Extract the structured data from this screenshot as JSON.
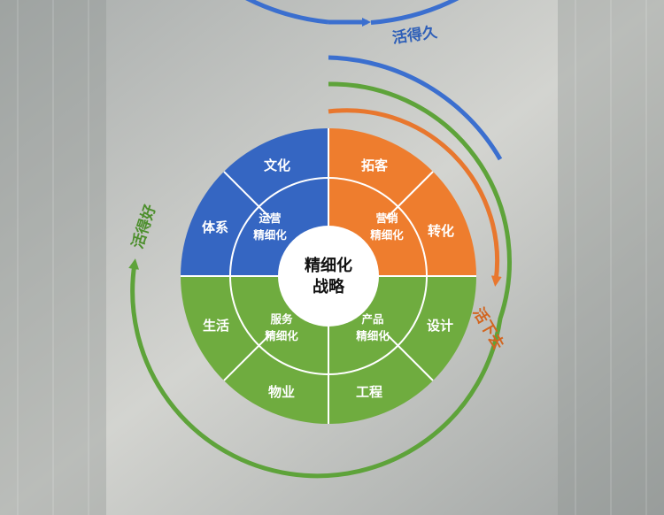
{
  "center": {
    "line1": "精细化",
    "line2": "战略"
  },
  "quadrants": {
    "operations": {
      "line1": "运营",
      "line2": "精细化",
      "color": "#3566c2"
    },
    "marketing": {
      "line1": "营销",
      "line2": "精细化",
      "color": "#ee7d2e"
    },
    "service": {
      "line1": "服务",
      "line2": "精细化",
      "color": "#6fac3f"
    },
    "product": {
      "line1": "产品",
      "line2": "精细化",
      "color": "#6fac3f"
    }
  },
  "outer_segments": {
    "culture": "文化",
    "system": "体系",
    "acquisition": "拓客",
    "conversion": "转化",
    "life": "生活",
    "property": "物业",
    "engineering": "工程",
    "design": "设计"
  },
  "arcs": {
    "blue": {
      "label": "活得久",
      "color": "#3b6fcf"
    },
    "green": {
      "label": "活得好",
      "color": "#5ea33a"
    },
    "orange": {
      "label": "活下去",
      "color": "#e8772e"
    }
  }
}
